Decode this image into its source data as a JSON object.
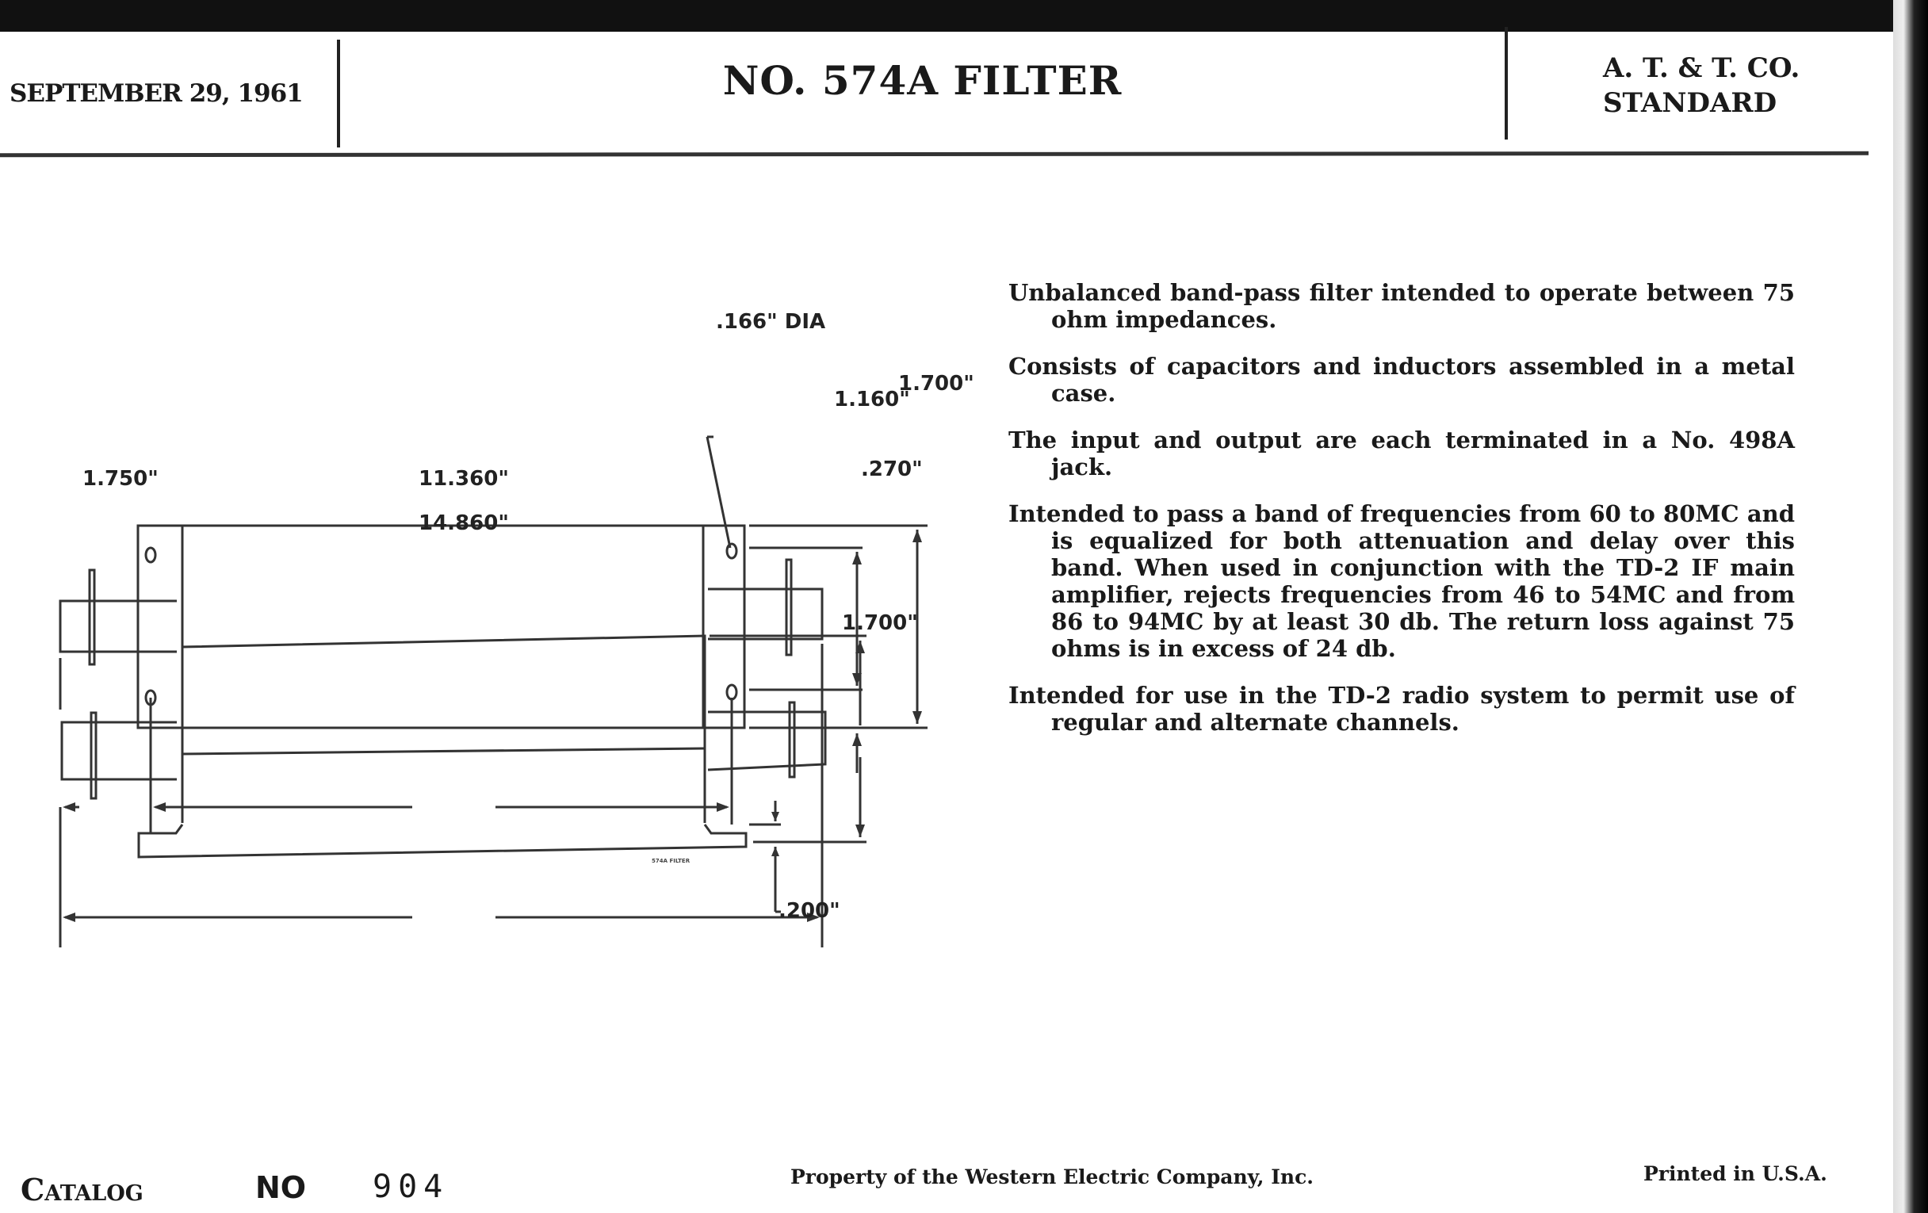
{
  "header": {
    "date": "SEPTEMBER 29, 1961",
    "title": "NO. 574A FILTER",
    "org_line1": "A. T. & T. CO.",
    "org_line2": "STANDARD"
  },
  "description": [
    "Unbalanced band-pass filter intended to operate between 75 ohm impedances.",
    "Consists of capacitors and inductors assembled in a metal case.",
    "The input and output are each terminated in a No. 498A jack.",
    "Intended to pass a band of frequencies from 60 to 80MC and is equalized for both attenuation and delay over this band. When used in conjunction with the TD-2 IF main amplifier, rejects frequencies from 46 to 54MC and from 86 to 94MC by at least 30 db. The return loss against 75 ohms is in excess of 24 db.",
    "Intended for use in the TD-2 radio system to permit use of regular and alternate channels."
  ],
  "drawing": {
    "top_view": {
      "hole_dia": ".166\" DIA",
      "height_overall": "1.700\"",
      "hole_spacing": "1.160\"",
      "hole_offset": ".270\"",
      "jack_length": "1.750\"",
      "hole_centers": "11.360\"",
      "overall_length": "14.860\""
    },
    "side_view": {
      "height_overall": "1.700\"",
      "bracket_offset": ".200\"",
      "marking": "574A FILTER"
    }
  },
  "footer": {
    "catalog_label": "Catalog",
    "no_label": "NO",
    "catalog_number": "904",
    "property": "Property of the Western Electric Company, Inc.",
    "printed": "Printed in U.S.A."
  }
}
